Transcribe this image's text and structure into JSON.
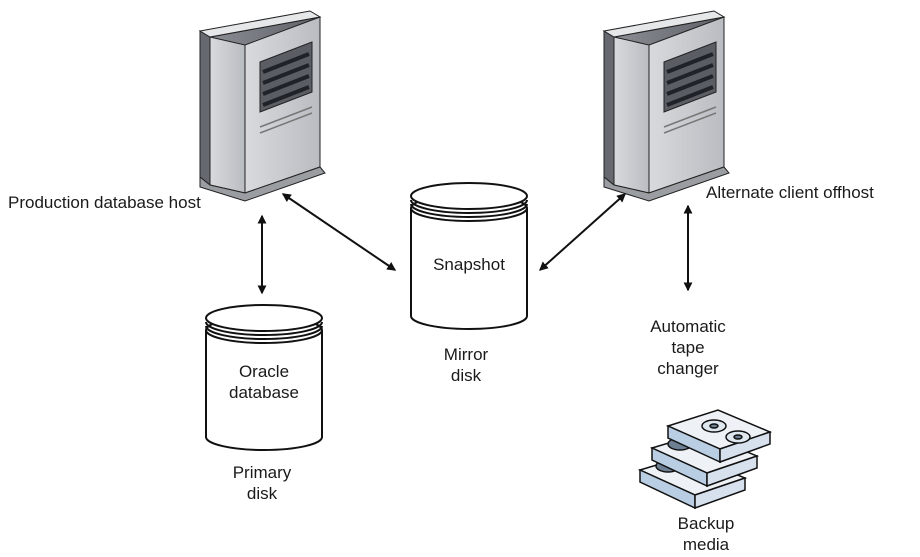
{
  "nodes": {
    "production_host": {
      "label": "Production database host",
      "icon": "server-tower-icon"
    },
    "alternate_client": {
      "label": "Alternate client offhost",
      "icon": "server-tower-icon"
    },
    "oracle_db": {
      "inner_label_line1": "Oracle",
      "inner_label_line2": "database",
      "caption_line1": "Primary",
      "caption_line2": "disk",
      "icon": "disk-cylinder-icon"
    },
    "snapshot_disk": {
      "inner_label": "Snapshot",
      "caption_line1": "Mirror",
      "caption_line2": "disk",
      "icon": "disk-cylinder-icon"
    },
    "tape_changer": {
      "line1": "Automatic",
      "line2": "tape",
      "line3": "changer"
    },
    "backup_media": {
      "line1": "Backup",
      "line2": "media",
      "icon": "tape-cartridges-icon"
    }
  },
  "connections": [
    {
      "from": "production_host",
      "to": "oracle_db",
      "type": "bidirectional"
    },
    {
      "from": "production_host",
      "to": "snapshot_disk",
      "type": "bidirectional"
    },
    {
      "from": "snapshot_disk",
      "to": "alternate_client",
      "type": "bidirectional"
    },
    {
      "from": "alternate_client",
      "to": "tape_changer",
      "type": "bidirectional"
    }
  ],
  "colors": {
    "server_front": "#c9cbcf",
    "server_side": "#7f8389",
    "server_top": "#e6e7e9",
    "server_vents": "#3d4046",
    "outline": "#1a1a1a",
    "tape_blue": "#b9cde3",
    "tape_face": "#eef2f6"
  }
}
